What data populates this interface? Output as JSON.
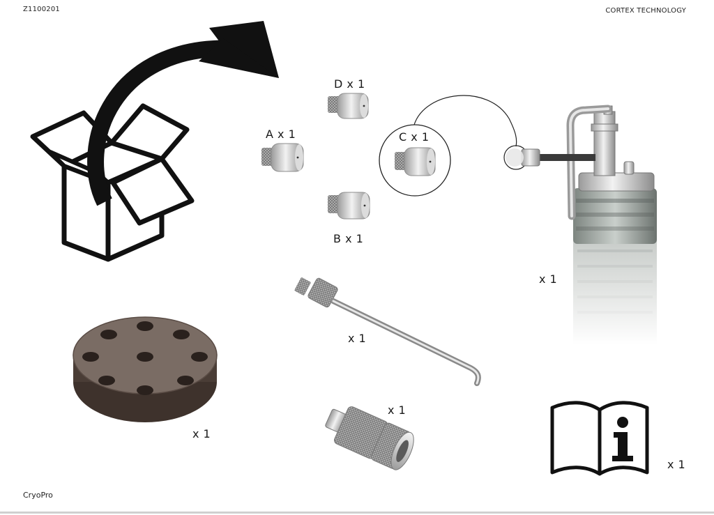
{
  "header": {
    "doc_id": "Z1100201",
    "brand": "CORTEX TECHNOLOGY"
  },
  "footer": {
    "product": "CryoPro"
  },
  "items": {
    "nozzle_a": "A x 1",
    "nozzle_b": "B x 1",
    "nozzle_c": "C x 1",
    "nozzle_d": "D x 1",
    "sprayer": "x 1",
    "probe": "x 1",
    "holder_plate": "x 1",
    "adapter": "x 1",
    "manual": "x 1"
  },
  "icons": {
    "unbox": "open-box-arrow-icon",
    "manual": "manual-info-icon"
  },
  "colors": {
    "ink": "#1a1a1a",
    "metal_light": "#e2e2e2",
    "metal_dark": "#8c8c8c",
    "plate": "#6a5c55"
  }
}
